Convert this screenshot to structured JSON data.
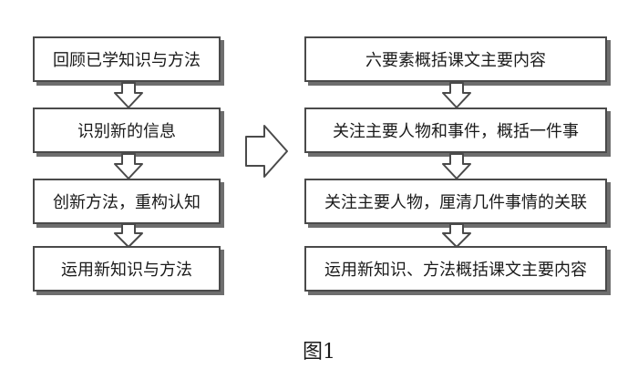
{
  "left_column": {
    "steps": [
      "回顾已学知识与方法",
      "识别新的信息",
      "创新方法，重构认知",
      "运用新知识与方法"
    ]
  },
  "right_column": {
    "steps": [
      "六要素概括课文主要内容",
      "关注主要人物和事件，概括一件事",
      "关注主要人物，厘清几件事情的关联",
      "运用新知识、方法概括课文主要内容"
    ]
  },
  "caption": "图1"
}
